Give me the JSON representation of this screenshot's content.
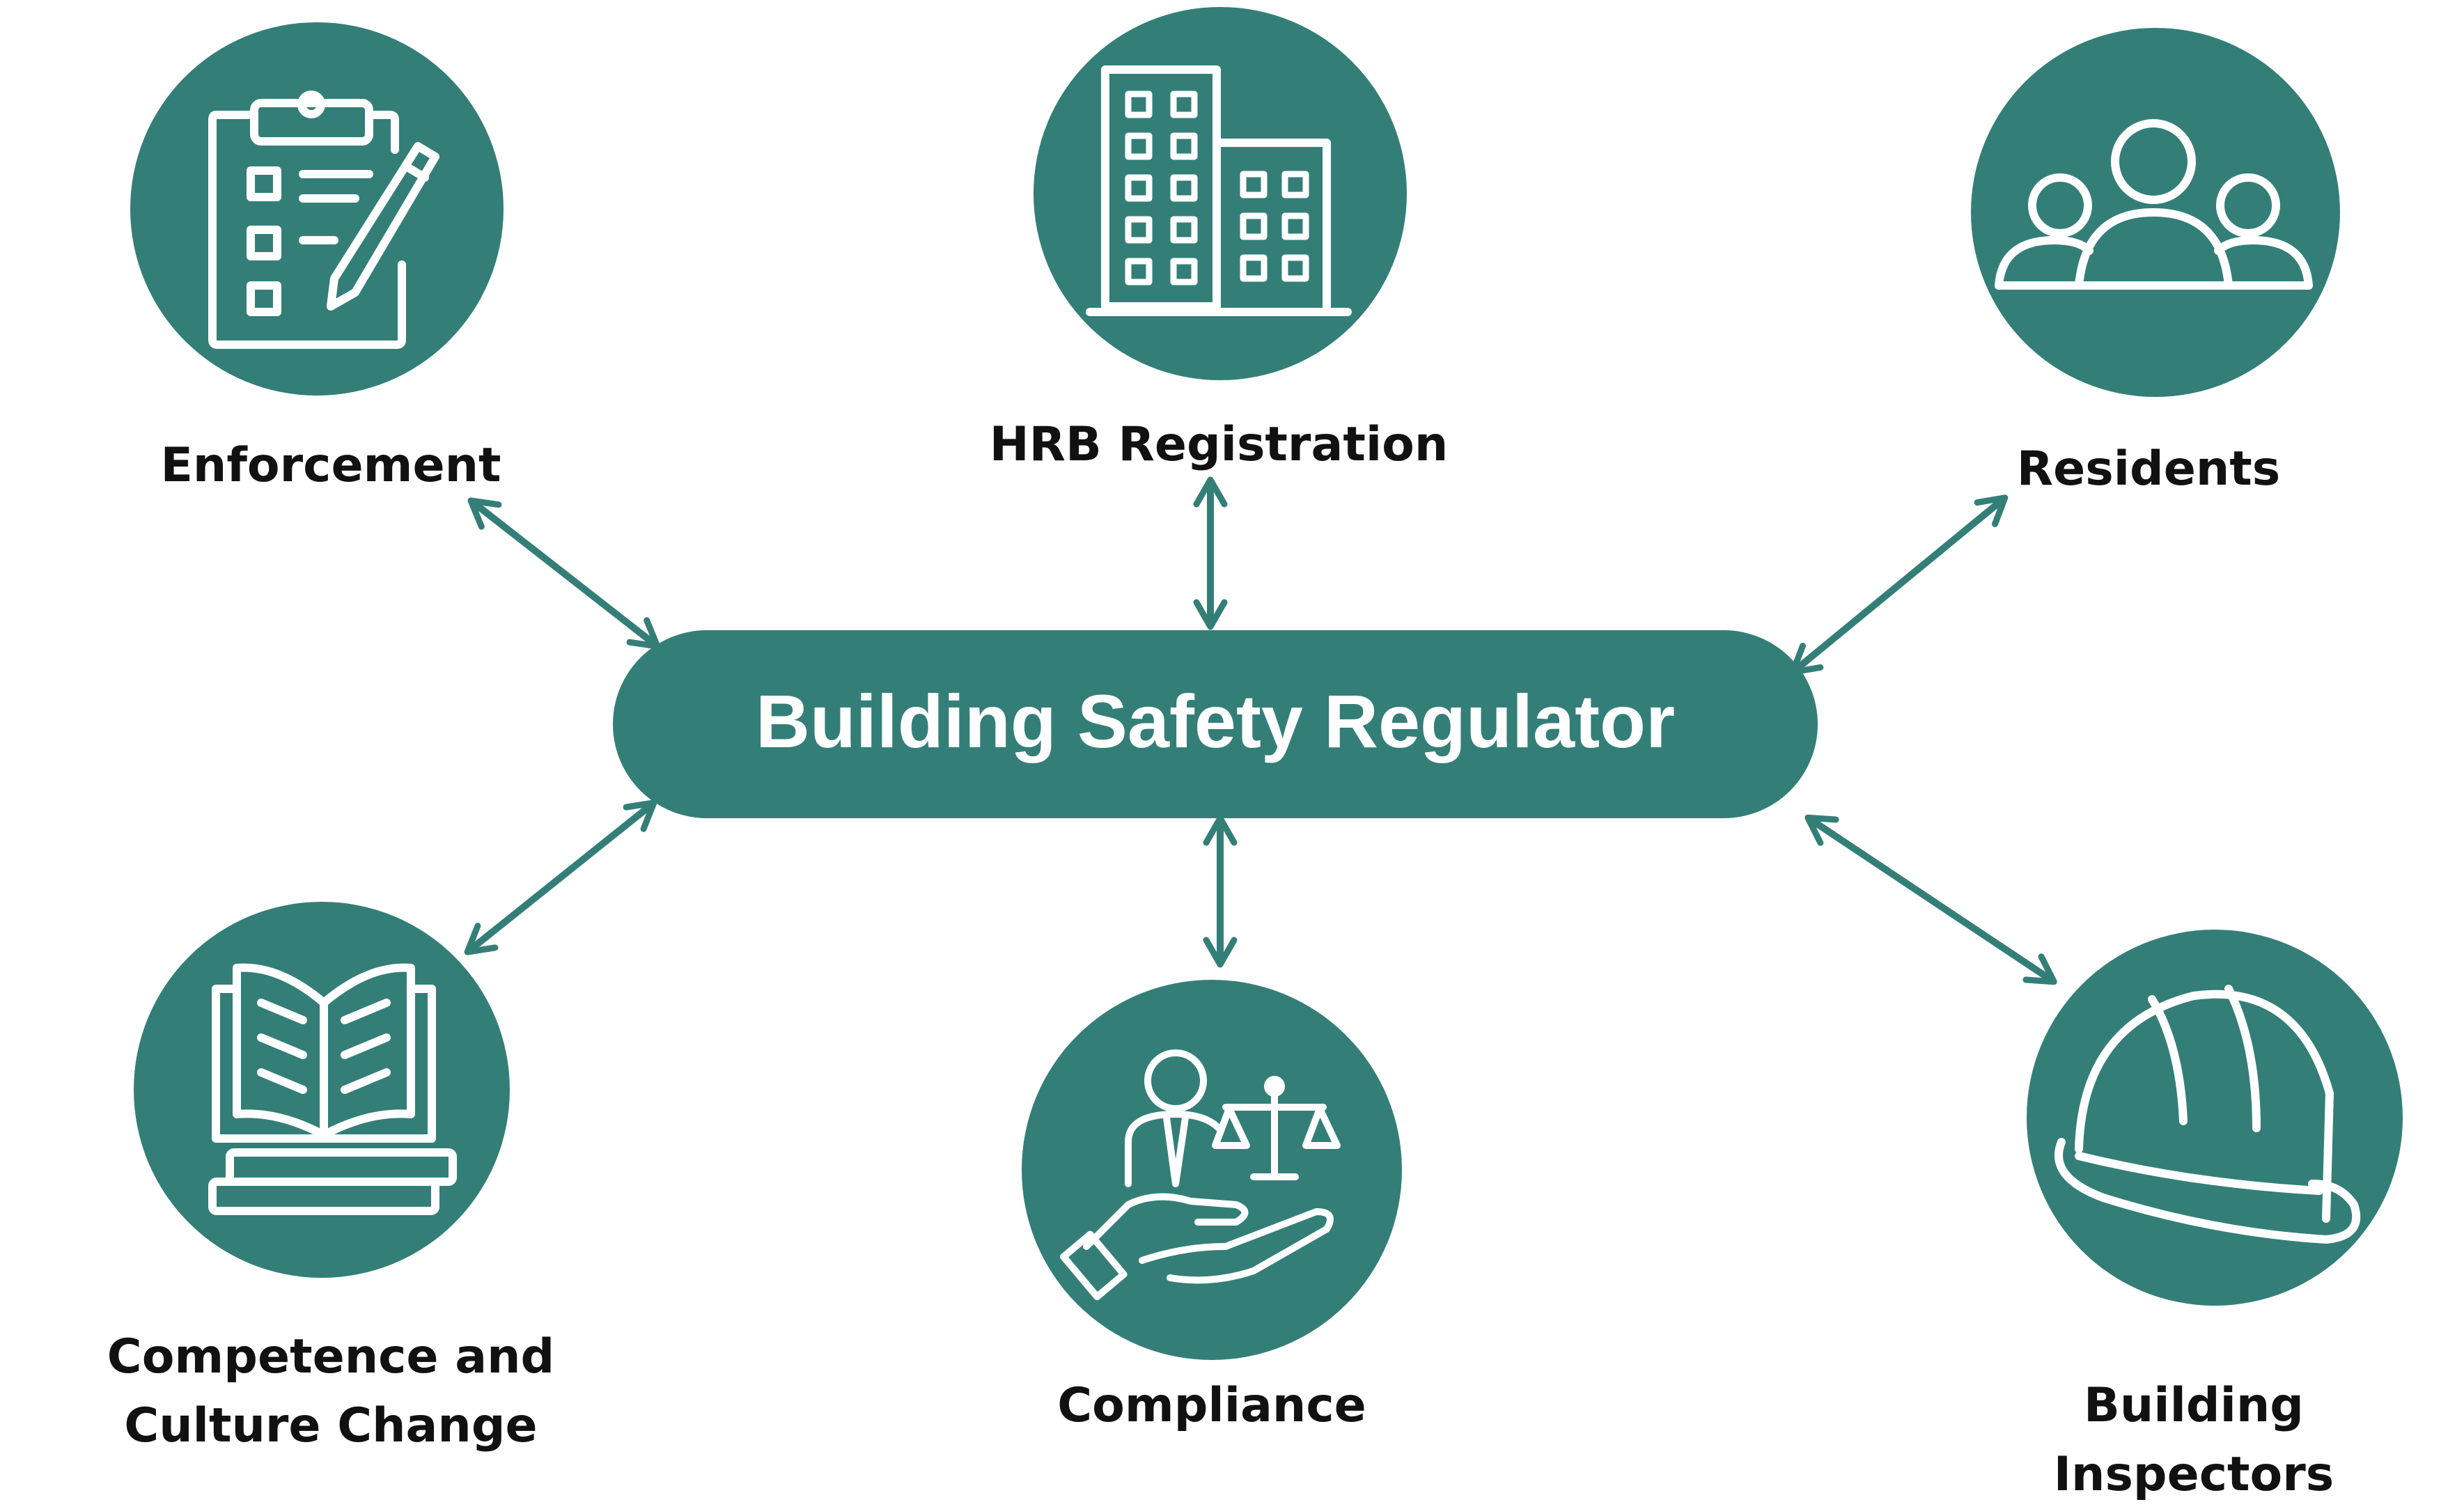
{
  "colors": {
    "teal": "#337f78",
    "icon_stroke": "#ffffff",
    "text": "#111111"
  },
  "hub": {
    "title": "Building Safety Regulator"
  },
  "nodes": [
    {
      "id": "enforcement",
      "label": "Enforcement",
      "icon": "clipboard-checklist-pencil-icon"
    },
    {
      "id": "hrb-registration",
      "label": "HRB Registration",
      "icon": "office-buildings-icon"
    },
    {
      "id": "residents",
      "label": "Residents",
      "icon": "group-of-people-icon"
    },
    {
      "id": "competence",
      "label": "Competence and Culture Change",
      "icon": "open-book-on-stack-icon"
    },
    {
      "id": "compliance",
      "label": "Compliance",
      "icon": "person-scales-hand-icon"
    },
    {
      "id": "building-inspectors",
      "label": "Building Inspectors",
      "icon": "hard-hat-icon"
    }
  ],
  "connections": [
    {
      "from": "hub",
      "to": "enforcement",
      "direction": "bidirectional"
    },
    {
      "from": "hub",
      "to": "hrb-registration",
      "direction": "bidirectional"
    },
    {
      "from": "hub",
      "to": "residents",
      "direction": "bidirectional"
    },
    {
      "from": "hub",
      "to": "competence",
      "direction": "bidirectional"
    },
    {
      "from": "hub",
      "to": "compliance",
      "direction": "bidirectional"
    },
    {
      "from": "hub",
      "to": "building-inspectors",
      "direction": "bidirectional"
    }
  ]
}
